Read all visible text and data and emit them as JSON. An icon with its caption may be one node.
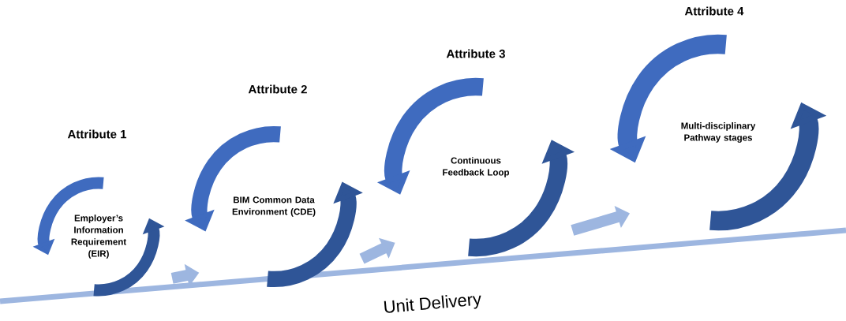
{
  "diagram": {
    "nodes": [
      {
        "text": [
          "Attribute 1",
          "Employer’s Information Requirement (EIR)"
        ]
      },
      {
        "text": [
          "Attribute 2",
          "BIM Common Data Environment (CDE)"
        ]
      },
      {
        "text": [
          "Attribute 3",
          "Continuous Feedback Loop"
        ]
      },
      {
        "text": [
          "Attribute 4",
          "Multi-disciplinary Pathway stages"
        ]
      }
    ],
    "edges": [
      {
        "from": 0,
        "to": 1,
        "arrow": "to"
      },
      {
        "from": 1,
        "to": 2,
        "arrow": "to"
      },
      {
        "from": 2,
        "to": 3,
        "arrow": "to"
      }
    ],
    "labels": [
      "Unit Delivery"
    ]
  }
}
